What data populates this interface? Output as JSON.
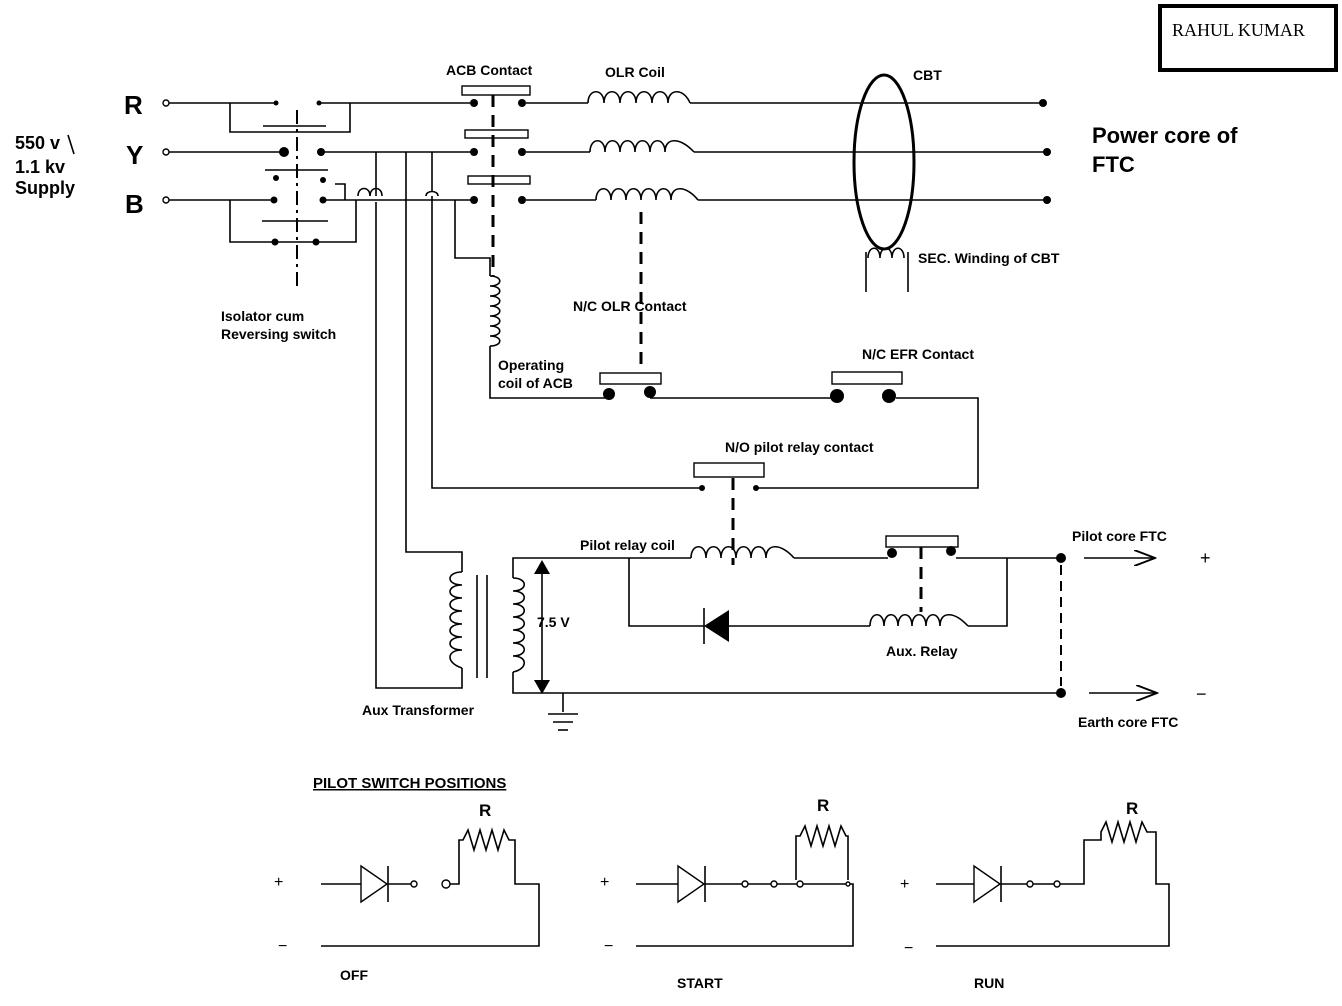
{
  "author": "RAHUL KUMAR",
  "supply": {
    "line1": "550 v",
    "line2": "1.1 kv",
    "line3": "Supply"
  },
  "phases": {
    "r": "R",
    "y": "Y",
    "b": "B"
  },
  "labels": {
    "acb_contact": "ACB Contact",
    "olr_coil": "OLR Coil",
    "cbt": "CBT",
    "power_core_1": "Power core of",
    "power_core_2": "FTC",
    "sec_winding": "SEC. Winding of CBT",
    "isolator_1": "Isolator cum",
    "isolator_2": "Reversing switch",
    "nc_olr": "N/C OLR Contact",
    "operating_coil_1": "Operating",
    "operating_coil_2": "coil of ACB",
    "nc_efr": "N/C EFR Contact",
    "no_pilot": "N/O pilot relay contact",
    "pilot_relay_coil": "Pilot relay coil",
    "pilot_core": "Pilot core FTC",
    "voltage": "7.5 V",
    "aux_relay": "Aux. Relay",
    "aux_transformer": "Aux Transformer",
    "earth_core": "Earth core FTC",
    "plus": "+",
    "minus": "−"
  },
  "pilot_switch": {
    "heading": "PILOT SWITCH POSITIONS",
    "resistor": "R",
    "plus": "+",
    "minus": "−",
    "positions": [
      "OFF",
      "START",
      "RUN"
    ]
  }
}
